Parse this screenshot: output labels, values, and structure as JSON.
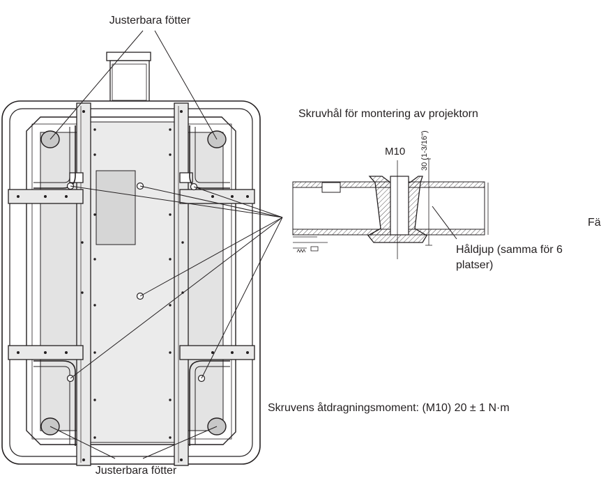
{
  "labels": {
    "adjustable_feet_top": "Justerbara fötter",
    "adjustable_feet_bottom": "Justerbara fötter",
    "screw_hole_title": "Skruvhål för montering av projektorn",
    "thread_size": "M10",
    "depth_dimension": "30 (1-3/16\")",
    "hole_depth_line1": "Håldjup (samma för 6",
    "hole_depth_line2": "platser)",
    "torque": "Skruvens åtdragningsmoment: (M10) 20 ± 1 N·m",
    "cut_off_text": "Fä"
  }
}
